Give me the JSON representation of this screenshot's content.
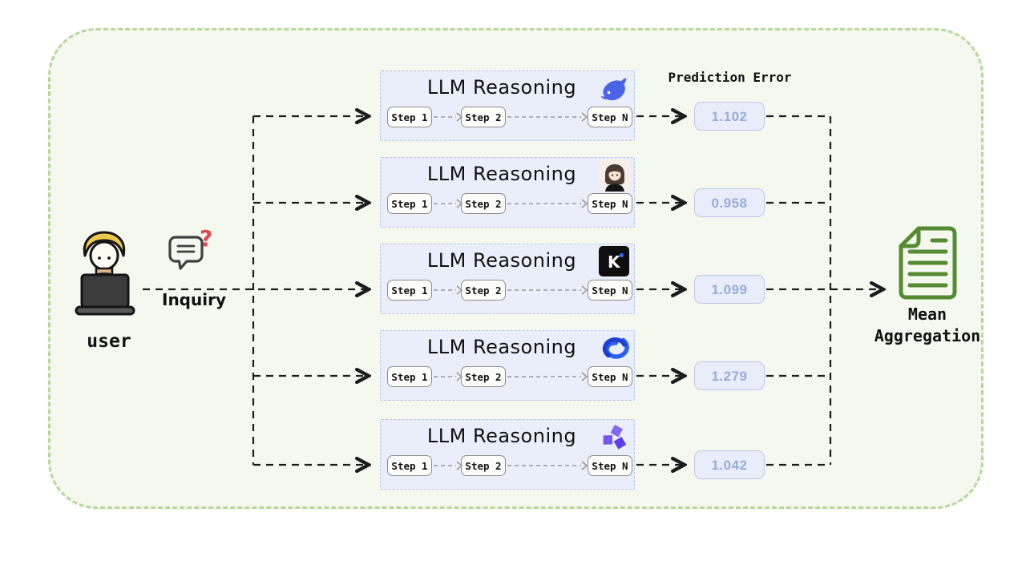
{
  "diagram": {
    "user_label": "user",
    "inquiry_label": "Inquiry",
    "inquiry_qmark": "?",
    "prediction_error_label": "Prediction Error",
    "mean_aggregation_line1": "Mean",
    "mean_aggregation_line2": "Aggregation",
    "llm_box_title": "LLM Reasoning",
    "steps": [
      "Step 1",
      "Step 2",
      "Step N"
    ],
    "models": [
      {
        "logo_icon": "whale-logo",
        "error": "1.102"
      },
      {
        "logo_icon": "avatar-logo",
        "error": "0.958"
      },
      {
        "logo_icon": "kimi-logo",
        "error": "1.099"
      },
      {
        "logo_icon": "swirl-logo",
        "error": "1.279"
      },
      {
        "logo_icon": "glm-logo",
        "error": "1.042"
      }
    ],
    "kimi_letter": "K",
    "colors": {
      "container_fill": "#f4f8ee",
      "container_border": "#b6d89c",
      "llm_box_fill": "#e9eefa",
      "llm_box_border": "#b7c6e8",
      "badge_fill": "#e9edfa",
      "badge_border": "#bcc8ec",
      "badge_text": "#98abdc",
      "document_green": "#568b33",
      "question_red": "#e2444e",
      "whale_blue": "#4a63e7",
      "arrow_black": "#1c1c1c"
    }
  }
}
